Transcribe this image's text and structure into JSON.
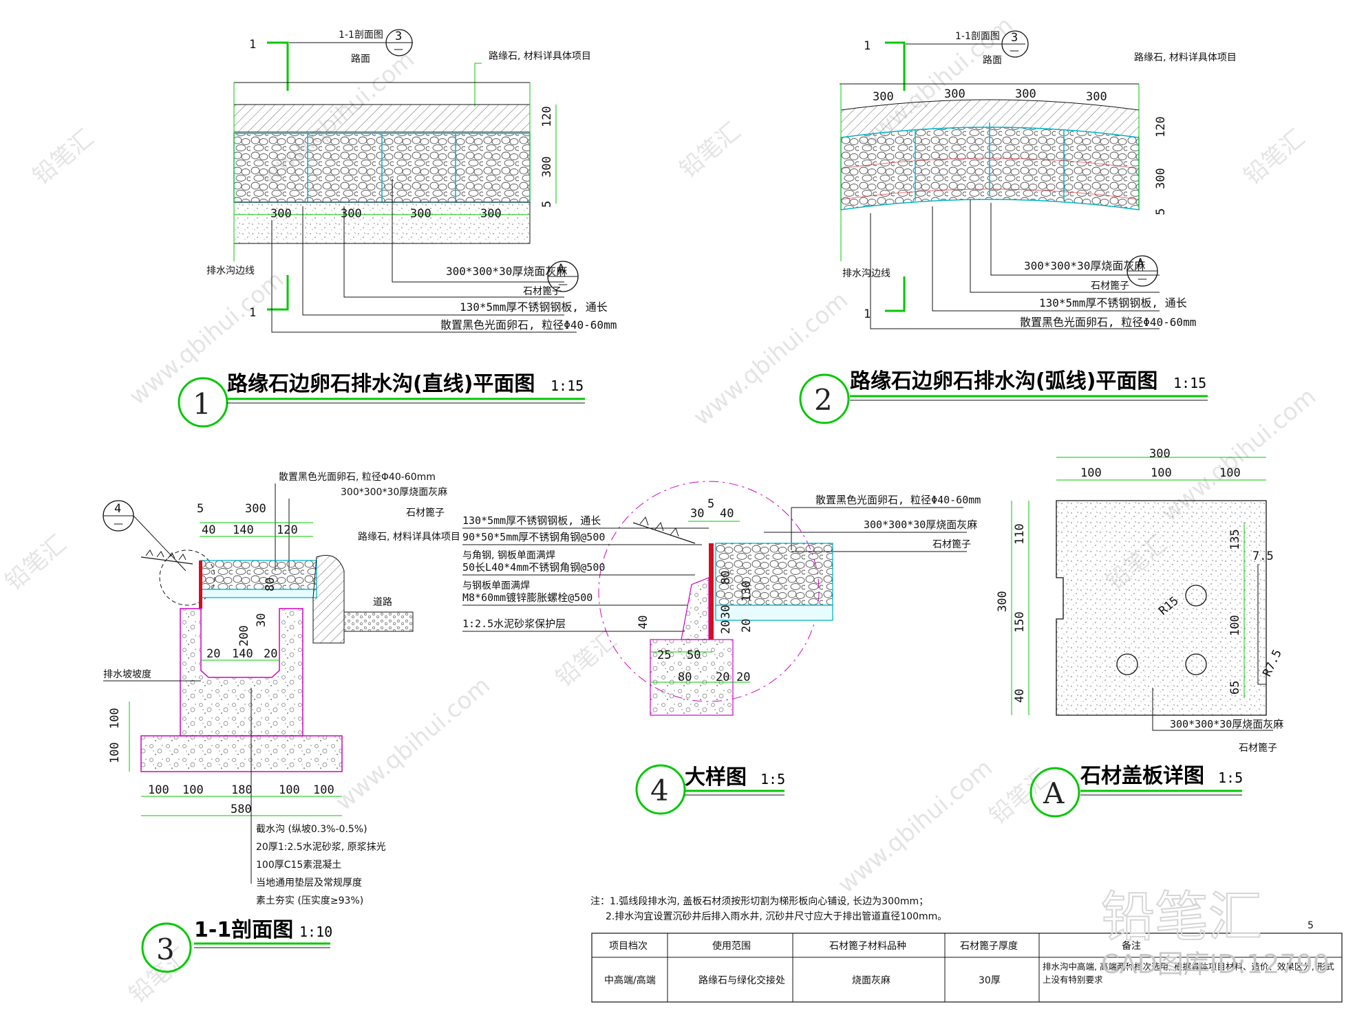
{
  "drawings": {
    "d1": {
      "title": "路缘石边卵石排水沟(直线)平面图",
      "scale": "1:15",
      "bubble": "1",
      "section_tag": "1-1剖面图",
      "section_ref_num": "3",
      "section_ref_sub": "—",
      "cut_label": "1",
      "road_label": "路面",
      "curb_label": "路缘石, 材料详具体项目",
      "dims_top": [
        "120",
        "300",
        "5"
      ],
      "dims_bottom": [
        "300",
        "300",
        "300",
        "300"
      ],
      "edge_label": "排水沟边线",
      "callouts": [
        "300*300*30厚烧面灰麻",
        "石材篦子",
        "130*5mm厚不锈钢钢板, 通长",
        "散置黑色光面卵石, 粒径Φ40-60mm"
      ],
      "ref_a": "A",
      "ref_a_sub": "—"
    },
    "d2": {
      "title": "路缘石边卵石排水沟(弧线)平面图",
      "scale": "1:15",
      "bubble": "2",
      "section_tag": "1-1剖面图",
      "section_ref_num": "3",
      "section_ref_sub": "—",
      "cut_label": "1",
      "road_label": "路面",
      "curb_label": "路缘石, 材料详具体项目",
      "dims_top": [
        "300",
        "300",
        "300",
        "300"
      ],
      "dims_right": [
        "120",
        "300",
        "5"
      ],
      "edge_label": "排水沟边线",
      "callouts": [
        "300*300*30厚烧面灰麻",
        "石材篦子",
        "130*5mm厚不锈钢钢板, 通长",
        "散置黑色光面卵石, 粒径Φ40-60mm"
      ],
      "ref_a": "A",
      "ref_a_sub": "—"
    },
    "d3": {
      "title": "1-1剖面图",
      "scale": "1:10",
      "bubble": "3",
      "ref_num": "4",
      "ref_sub": "—",
      "top_callouts": [
        "散置黑色光面卵石, 粒径Φ40-60mm",
        "300*300*30厚烧面灰麻",
        "石材篦子",
        "路缘石, 材料详具体项目"
      ],
      "dims_top": [
        "5",
        "300",
        "40",
        "140",
        "120"
      ],
      "dims_inner": [
        "30",
        "80",
        "200",
        "20",
        "140",
        "20"
      ],
      "road_label": "道路",
      "slope_label": "排水坡坡度",
      "dims_left": [
        "100",
        "100"
      ],
      "dims_bottom": [
        "100",
        "100",
        "180",
        "100",
        "100"
      ],
      "dims_total": "580",
      "layers": [
        "截水沟 (纵坡0.3%-0.5%)",
        "20厚1:2.5水泥砂浆, 原浆抹光",
        "100厚C15素混凝土",
        "当地通用垫层及常规厚度",
        "素土夯实 (压实度≥93%)"
      ]
    },
    "d4": {
      "title": "大样图",
      "scale": "1:5",
      "bubble": "4",
      "left_callouts": [
        "130*5mm厚不锈钢钢板, 通长",
        "90*50*5mm厚不锈钢角钢@500",
        "与角钢, 钢板单面满焊",
        "50长L40*4mm不锈钢角钢@500",
        "与钢板单面满焊",
        "M8*60mm镀锌膨胀螺栓@500",
        "1:2.5水泥砂浆保护层"
      ],
      "right_callouts": [
        "散置黑色光面卵石, 粒径Φ40-60mm",
        "300*300*30厚烧面灰麻",
        "石材篦子"
      ],
      "dims_top": [
        "30",
        "5",
        "40"
      ],
      "dims_v": [
        "80",
        "130",
        "20",
        "30",
        "20",
        "40"
      ],
      "dims_bottom": [
        "25",
        "50",
        "80",
        "20",
        "20"
      ]
    },
    "dA": {
      "title": "石材盖板详图",
      "scale": "1:5",
      "bubble": "A",
      "dims_top_total": "300",
      "dims_top": [
        "100",
        "100",
        "100"
      ],
      "dims_left_total": "300",
      "dims_left": [
        "110",
        "150",
        "40"
      ],
      "dims_right": [
        "135",
        "100",
        "65",
        "7.5"
      ],
      "radius_labels": [
        "R15",
        "R7.5"
      ],
      "callouts": [
        "300*300*30厚烧面灰麻",
        "石材篦子"
      ]
    }
  },
  "notes": {
    "lines": [
      "注：1.弧线段排水沟, 盖板石材须按形切割为梯形板向心铺设, 长边为300mm；",
      "2.排水沟宜设置沉砂井后排入雨水井, 沉砂井尺寸应大于排出管道直径100mm。"
    ]
  },
  "table": {
    "headers": [
      "项目档次",
      "使用范围",
      "石材篦子材料品种",
      "石材篦子厚度",
      "备注"
    ],
    "row": [
      "中高端/高端",
      "路缘石与绿化交接处",
      "烧面灰麻",
      "30厚",
      "排水沟中高端, 高端两种档次选用, 根据具体项目材料、造价、效果区分, 形式上没有特别要求"
    ]
  },
  "watermark": {
    "brand": "铅笔汇",
    "site": "www.qbihui.com",
    "cad_id": "CAD图库ID:12790",
    "page_mark": "5"
  },
  "colors": {
    "line_green": "#00c800",
    "hatch_cyan": "#00b4c8",
    "concrete_magenta": "#d000c0",
    "red_section": "#d01020",
    "dim_black": "#111111"
  }
}
